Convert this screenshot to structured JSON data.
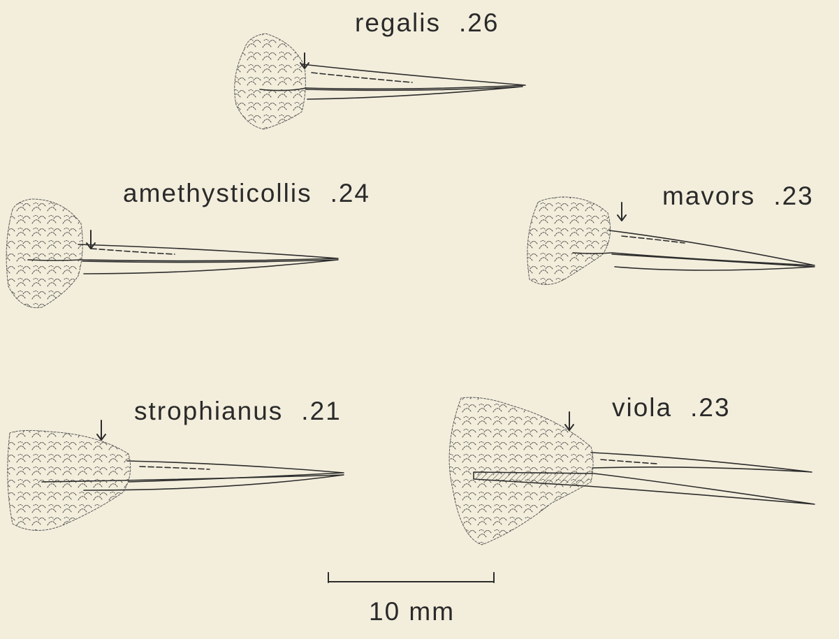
{
  "figure": {
    "specimens": [
      {
        "name": "regalis",
        "value": ".26"
      },
      {
        "name": "amethysticollis",
        "value": ".24"
      },
      {
        "name": "mavors",
        "value": ".23"
      },
      {
        "name": "strophianus",
        "value": ".21"
      },
      {
        "name": "viola",
        "value": ".23"
      }
    ],
    "scale_bar": {
      "label": "10 mm"
    }
  }
}
